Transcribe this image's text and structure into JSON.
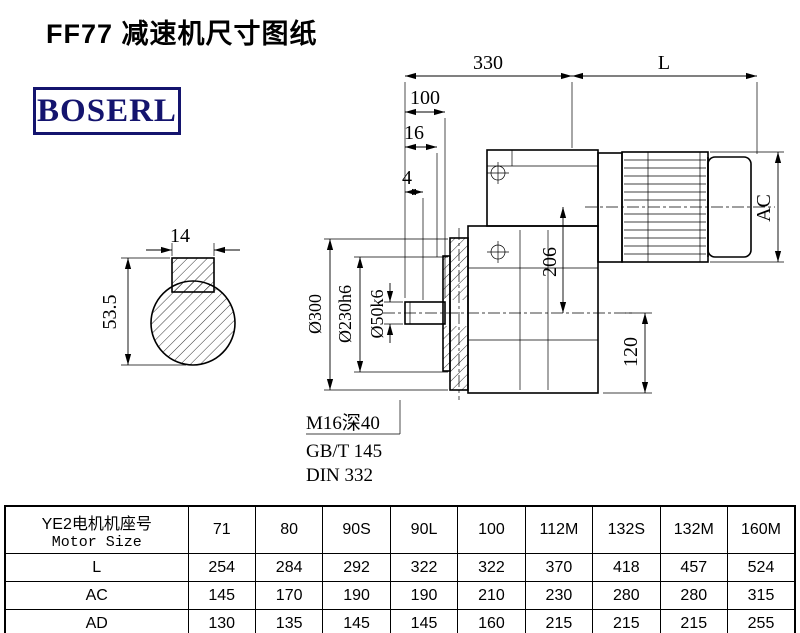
{
  "title": "FF77 减速机尺寸图纸",
  "logo": "BOSERL",
  "drawing": {
    "dims": {
      "len330": "330",
      "lenL": "L",
      "len100": "100",
      "len16": "16",
      "len4": "4",
      "ac": "AC",
      "h206": "206",
      "h120": "120",
      "dia300": "Ø300",
      "dia230": "Ø230h6",
      "dia50": "Ø50k6",
      "key_w": "14",
      "key_h": "53.5"
    },
    "notes": [
      "M16深40",
      "GB/T 145",
      "DIN 332"
    ]
  },
  "table": {
    "header_cn": "YE2电机机座号",
    "header_en": "Motor Size",
    "columns": [
      "71",
      "80",
      "90S",
      "90L",
      "100",
      "112M",
      "132S",
      "132M",
      "160M"
    ],
    "rows": [
      {
        "label": "L",
        "values": [
          "254",
          "284",
          "292",
          "322",
          "322",
          "370",
          "418",
          "457",
          "524"
        ]
      },
      {
        "label": "AC",
        "values": [
          "145",
          "170",
          "190",
          "190",
          "210",
          "230",
          "280",
          "280",
          "315"
        ]
      },
      {
        "label": "AD",
        "values": [
          "130",
          "135",
          "145",
          "145",
          "160",
          "215",
          "215",
          "215",
          "255"
        ]
      }
    ]
  }
}
